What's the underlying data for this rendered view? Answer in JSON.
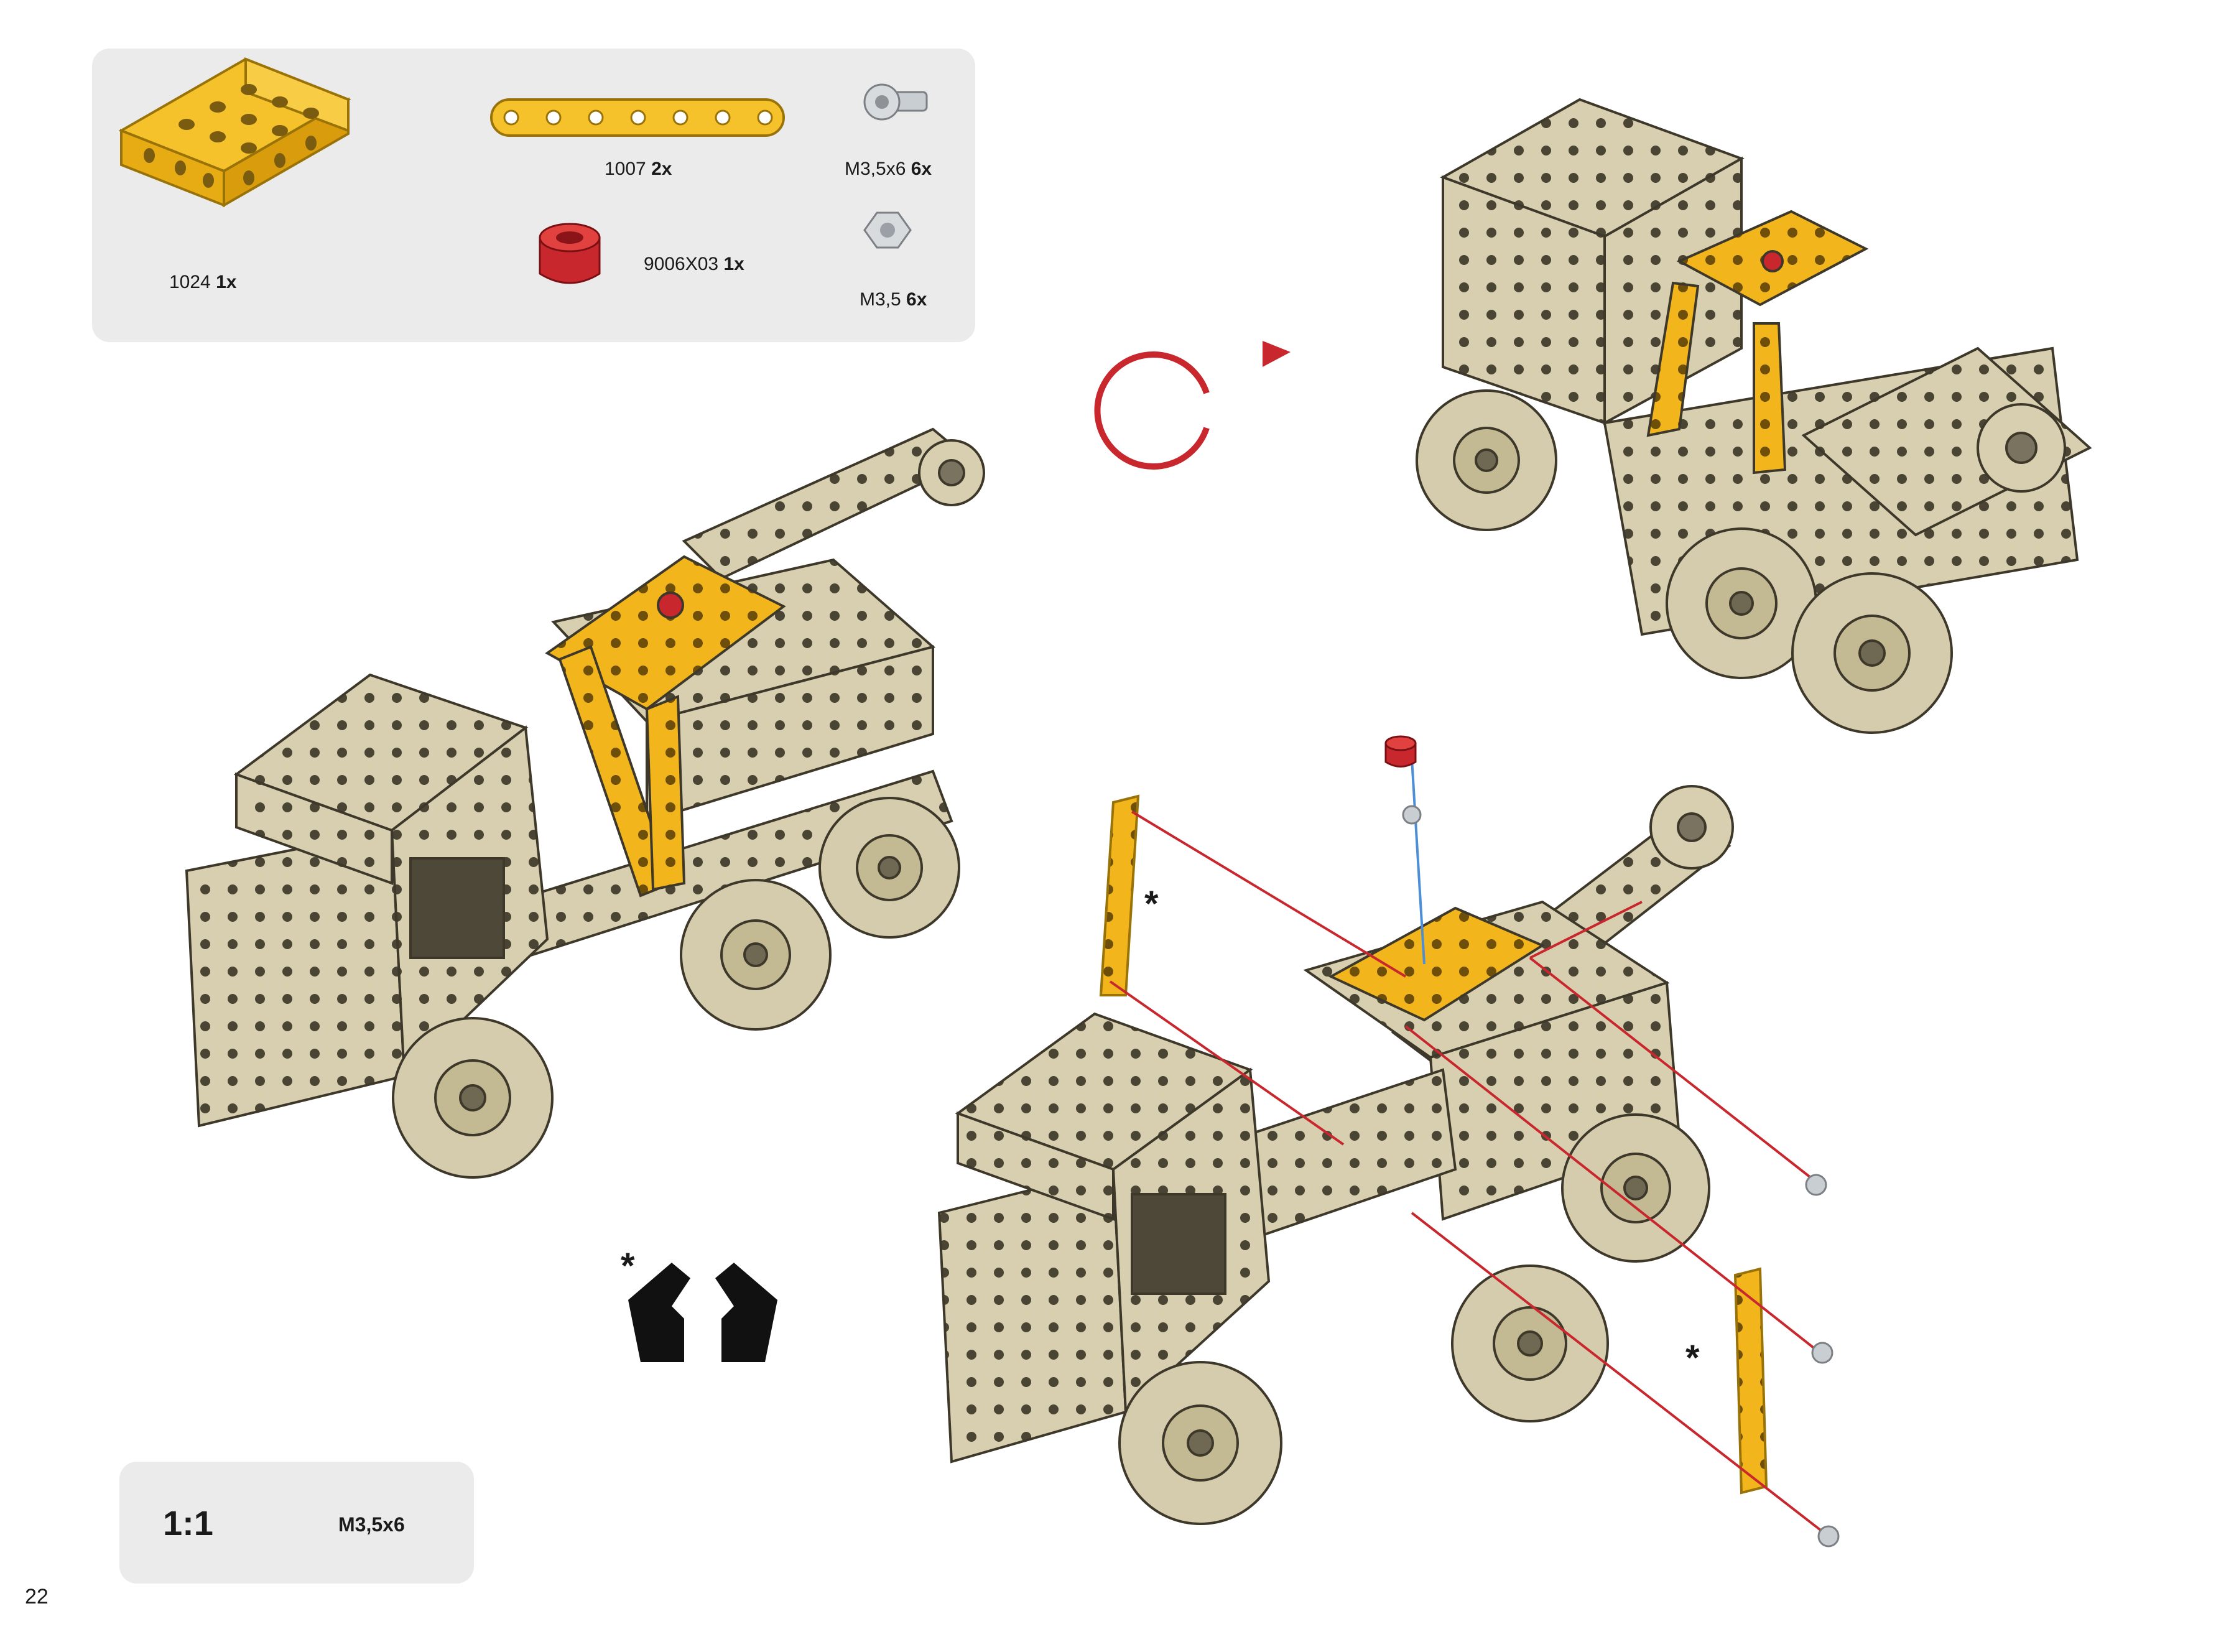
{
  "page": {
    "number": "22"
  },
  "parts": [
    {
      "code": "1024",
      "qty": "1x"
    },
    {
      "code": "1007",
      "qty": "2x"
    },
    {
      "code": "M3,5x6",
      "qty": "6x"
    },
    {
      "code": "9006X03",
      "qty": "1x"
    },
    {
      "code": "M3,5",
      "qty": "6x"
    }
  ],
  "scale": {
    "ratio": "1:1",
    "part": "M3,5x6"
  },
  "marks": {
    "asterisk": "*"
  },
  "colors": {
    "metal": "#d8cfb0",
    "accent": "#f2b51c",
    "red": "#c8272d",
    "panel": "#ebebeb"
  },
  "icons": [
    "rotate-icon",
    "two-hands-icon"
  ]
}
